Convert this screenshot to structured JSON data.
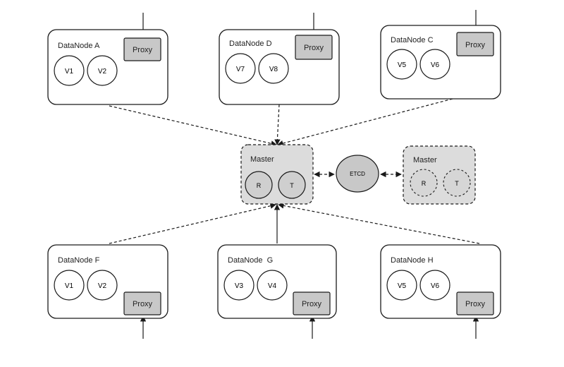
{
  "colors": {
    "stroke": "#1a1a1a",
    "proxy_fill": "#c8c8c8",
    "master_fill": "#dcdcdc",
    "etcd_fill": "#c8c8c8",
    "background": "#ffffff"
  },
  "nodes": {
    "a": {
      "title": "DataNode A",
      "proxy": "Proxy",
      "v1": "V1",
      "v2": "V2"
    },
    "d": {
      "title": "DataNode D",
      "proxy": "Proxy",
      "v1": "V7",
      "v2": "V8"
    },
    "c": {
      "title": "DataNode C",
      "proxy": "Proxy",
      "v1": "V5",
      "v2": "V6"
    },
    "f": {
      "title": "DataNode F",
      "proxy": "Proxy",
      "v1": "V1",
      "v2": "V2"
    },
    "g": {
      "title": "DataNode  G",
      "proxy": "Proxy",
      "v1": "V3",
      "v2": "V4"
    },
    "h": {
      "title": "DataNode H",
      "proxy": "Proxy",
      "v1": "V5",
      "v2": "V6"
    }
  },
  "master_primary": {
    "title": "Master",
    "r": "R",
    "t": "T"
  },
  "master_standby": {
    "title": "Master",
    "r": "R",
    "t": "T"
  },
  "etcd": {
    "label": "ETCD"
  }
}
